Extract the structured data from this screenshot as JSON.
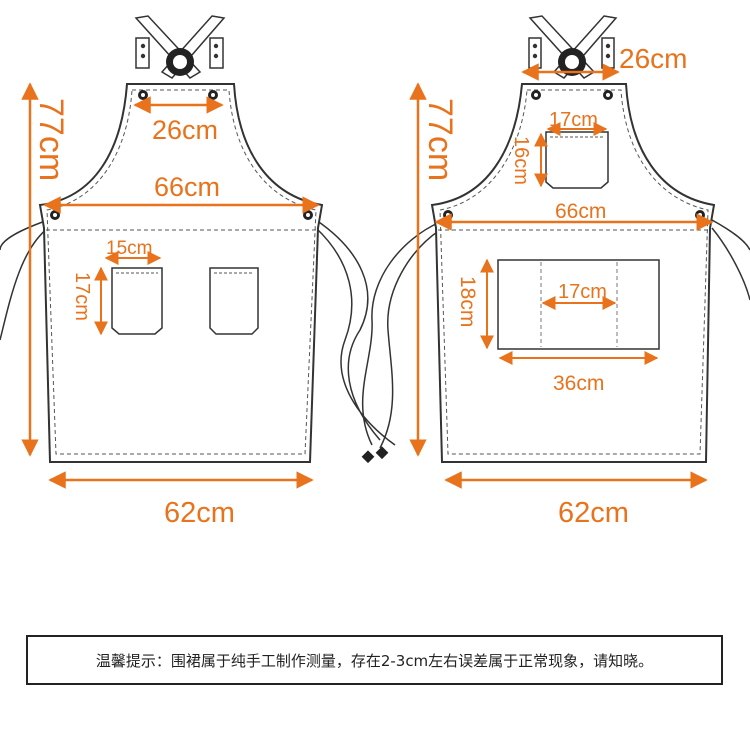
{
  "colors": {
    "accent": "#e8731c",
    "outline": "#333333",
    "background": "#ffffff"
  },
  "front": {
    "height_label": "77cm",
    "neck_width_label": "26cm",
    "chest_width_label": "66cm",
    "pocket_width_label": "15cm",
    "pocket_height_label": "17cm",
    "bottom_width_label": "62cm"
  },
  "back": {
    "height_label": "77cm",
    "strap_width_label": "26cm",
    "chest_pocket_width_label": "17cm",
    "chest_pocket_height_label": "16cm",
    "chest_width_label": "66cm",
    "front_pocket_height_label": "18cm",
    "front_pocket_section_label": "17cm",
    "front_pocket_width_label": "36cm",
    "bottom_width_label": "62cm"
  },
  "notice": {
    "text": "温馨提示：围裙属于纯手工制作测量，存在2-3cm左右误差属于正常现象，请知晓。"
  }
}
